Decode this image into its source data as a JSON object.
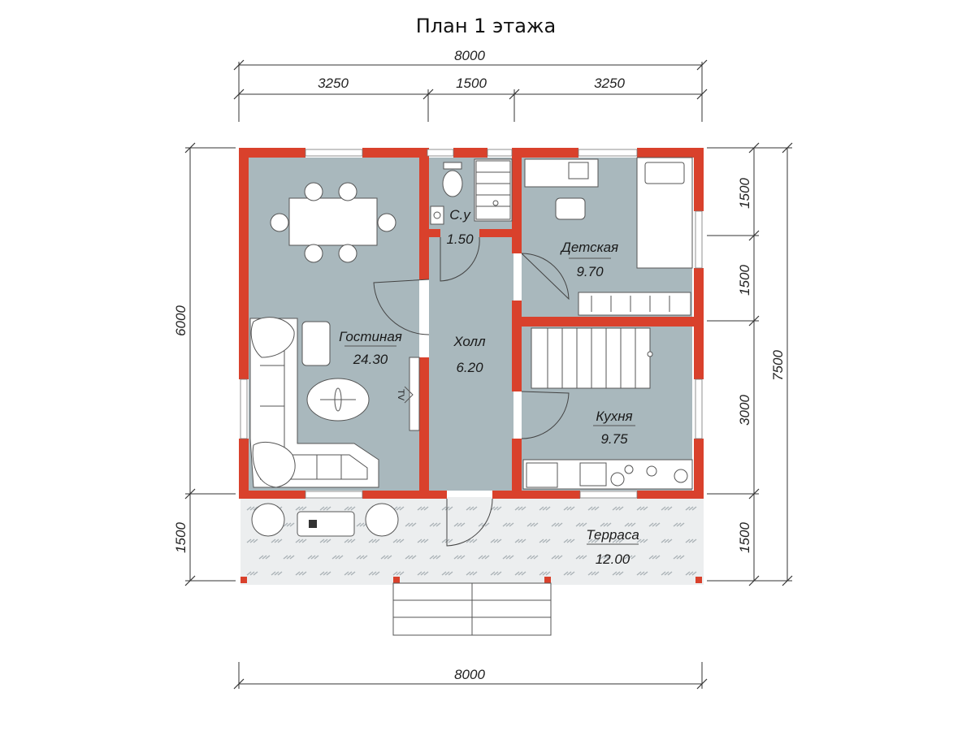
{
  "title": "План 1 этажа",
  "colors": {
    "wall": "#d9412c",
    "floor": "#a9b8bd",
    "terrace": "#eceeef"
  },
  "dimensions": {
    "top_total": "8000",
    "top_segments": [
      "3250",
      "1500",
      "3250"
    ],
    "bottom_total": "8000",
    "left_upper": "6000",
    "left_lower": "1500",
    "right_total": "7500",
    "right_segments": [
      "1500",
      "1500",
      "3000",
      "1500"
    ]
  },
  "rooms": {
    "su": {
      "name": "С.у",
      "area": "1.50"
    },
    "detskaya": {
      "name": "Детская",
      "area": "9.70"
    },
    "gostinaya": {
      "name": "Гостиная",
      "area": "24.30"
    },
    "holl": {
      "name": "Холл",
      "area": "6.20"
    },
    "kuhnya": {
      "name": "Кухня",
      "area": "9.75"
    },
    "terrasa": {
      "name": "Терраса",
      "area": "12.00"
    }
  },
  "tv_label": "TV"
}
